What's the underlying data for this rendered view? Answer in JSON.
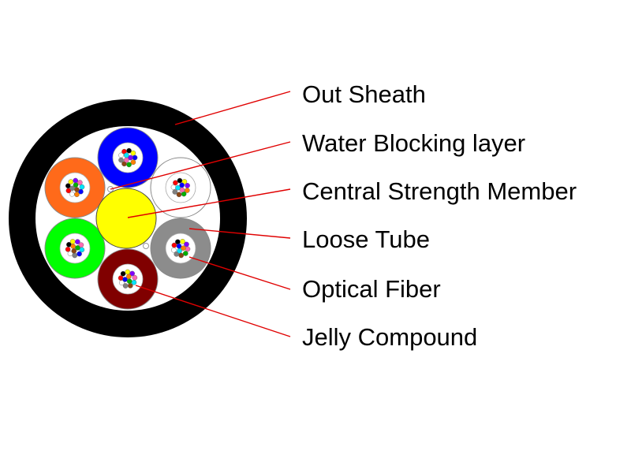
{
  "colors": {
    "background": "#ffffff",
    "outer_sheath": "#000000",
    "water_blocking_layer": "#ffffff",
    "central_strength_member": "#ffff00",
    "leader_line": "#e00000",
    "label_text": "#000000",
    "fiber_cluster_bg": "#ffffff"
  },
  "callouts": [
    {
      "id": "out-sheath",
      "label": "Out Sheath"
    },
    {
      "id": "water-blocking-layer",
      "label": "Water Blocking layer"
    },
    {
      "id": "central-strength-member",
      "label": "Central Strength Member"
    },
    {
      "id": "loose-tube",
      "label": "Loose Tube"
    },
    {
      "id": "optical-fiber",
      "label": "Optical Fiber"
    },
    {
      "id": "jelly-compound",
      "label": "Jelly Compound"
    }
  ],
  "loose_tubes": [
    {
      "id": "blue",
      "color": "#0000ff"
    },
    {
      "id": "white",
      "color": "#ffffff"
    },
    {
      "id": "gray",
      "color": "#8c8c8c"
    },
    {
      "id": "brown",
      "color": "#800000"
    },
    {
      "id": "green",
      "color": "#00ff00"
    },
    {
      "id": "orange",
      "color": "#ff6a1a"
    }
  ],
  "fiber_colors": [
    "#0000ff",
    "#ff8000",
    "#00b000",
    "#8b4513",
    "#808080",
    "#ffffff",
    "#ff0000",
    "#000000",
    "#ffff00",
    "#8000ff",
    "#ff69b4",
    "#00e5ff"
  ]
}
